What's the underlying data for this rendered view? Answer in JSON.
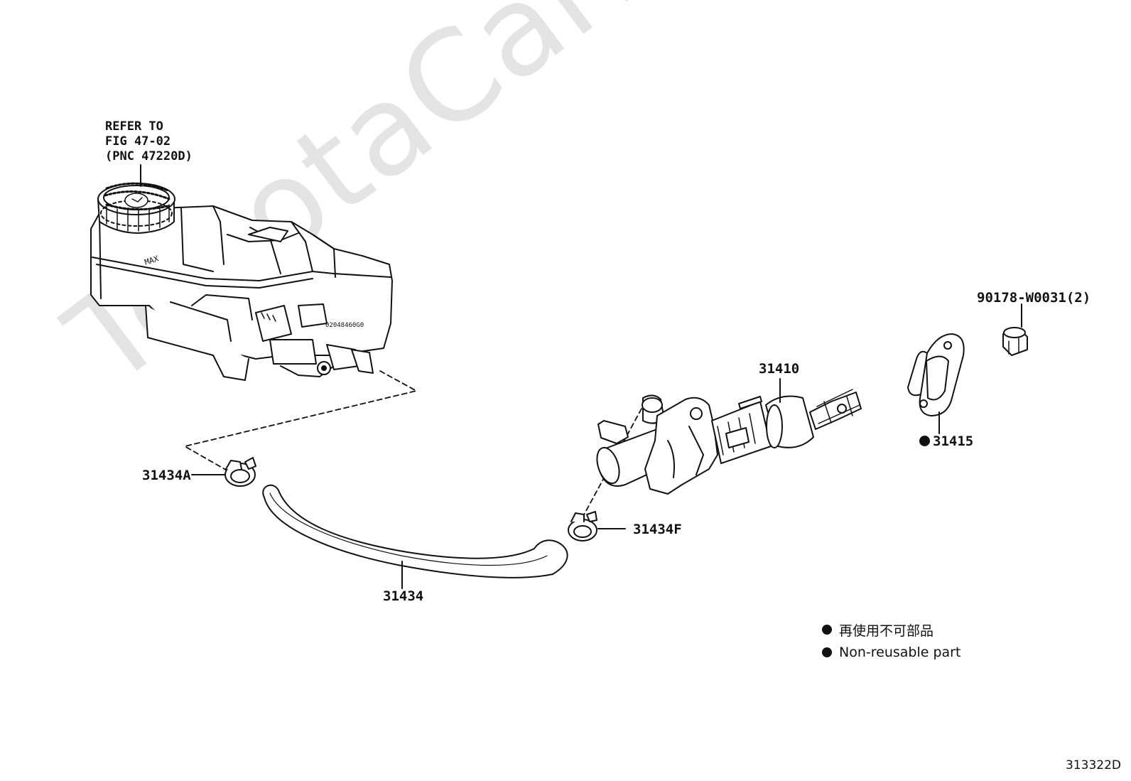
{
  "watermark": "ToyotaCarMine.ru",
  "refer_note": {
    "line1": "REFER TO",
    "line2": "FIG 47-02",
    "line3": "(PNC 47220D)"
  },
  "part_labels": {
    "p90178": "90178-W0031(2)",
    "p31410": "31410",
    "p31415": "31415",
    "p31434A": "31434A",
    "p31434F": "31434F",
    "p31434": "31434"
  },
  "part_31415_non_reusable": true,
  "legend": {
    "jp": "再使用不可部品",
    "en": "Non-reusable part"
  },
  "figure_code": "313322D",
  "reservoir_text": {
    "max": "MAX",
    "serial": "02048460G0"
  }
}
